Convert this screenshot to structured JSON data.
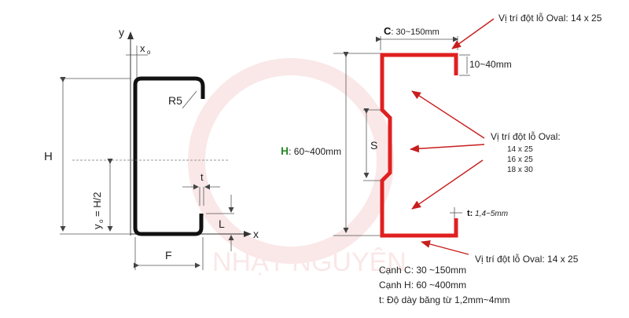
{
  "watermark": "NHẬT NGUYÊN",
  "colors": {
    "profile": "#e02020",
    "ink": "#111111",
    "accent_green": "#2a8a2a",
    "annotation": "#c81e1e"
  },
  "left_drawing": {
    "axis_y": "y",
    "axis_x": "x",
    "x0_label": "x",
    "x0_sub": "o",
    "height_label": "H",
    "radius_label": "R5",
    "thickness_label": "t",
    "lip_label": "L",
    "flange_label": "F",
    "y0_label": "y",
    "y0_sub": "o",
    "y0_eq": "= H/2"
  },
  "right_drawing": {
    "c_prefix": "C",
    "c_range": ": 30~150mm",
    "h_prefix": "H",
    "h_range": ": 60~400mm",
    "lip_range": "10~40mm",
    "s_label": "S",
    "t_prefix": "t:",
    "t_range": " 1,4~5mm",
    "oval_top": "Vị trí đột lỗ Oval: 14 x 25",
    "oval_mid_title": "Vị trí đột lỗ Oval:",
    "oval_sizes": [
      "14 x 25",
      "16 x 25",
      "18 x 30"
    ],
    "oval_bottom": "Vị trí đột lỗ Oval: 14 x 25",
    "spec_c": "Cạnh C: 30 ~150mm",
    "spec_h": "Cạnh H: 60 ~400mm",
    "spec_t": "t: Độ dày băng từ 1,2mm~4mm"
  }
}
